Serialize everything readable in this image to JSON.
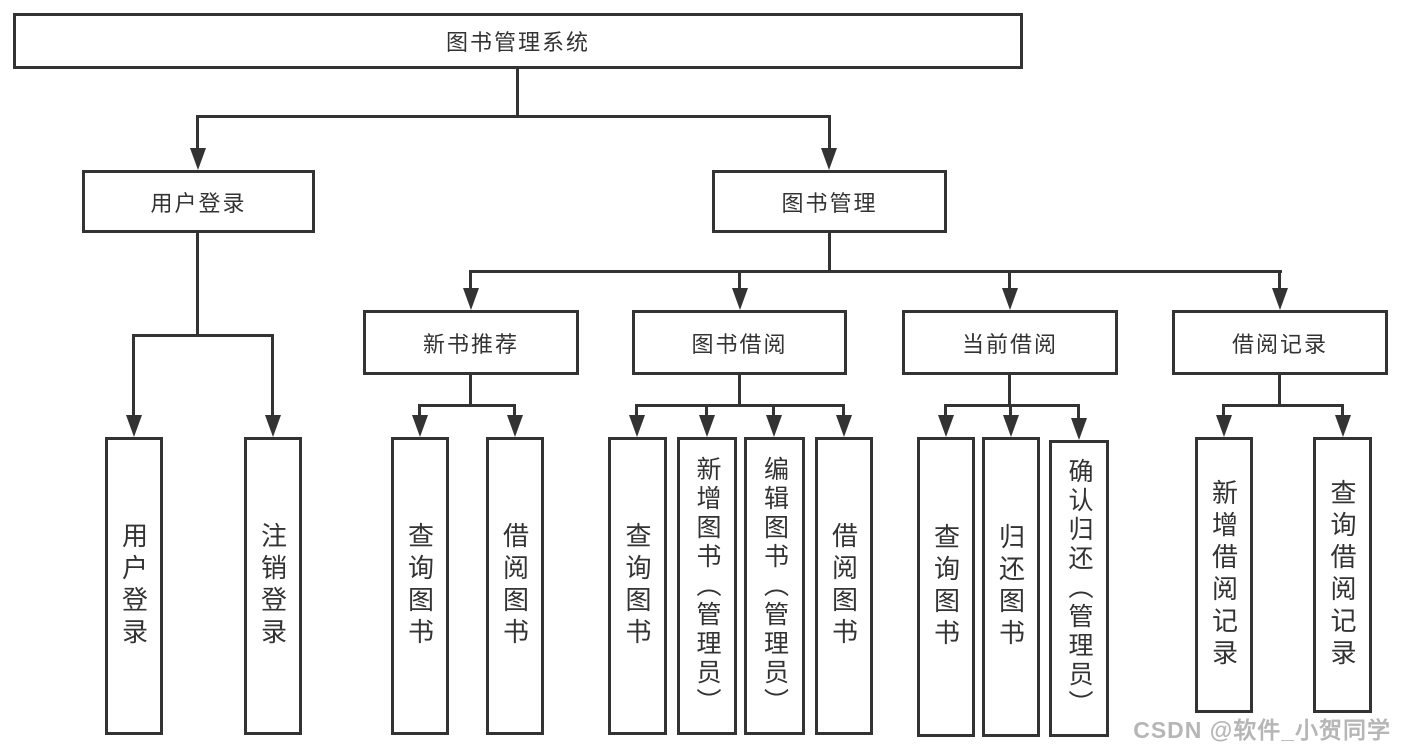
{
  "diagram": {
    "type": "hierarchy-tree",
    "colors": {
      "line": "#333333",
      "text": "#333333",
      "background": "#ffffff",
      "watermark": "#b6b6b6"
    },
    "root": {
      "label": "图书管理系统"
    },
    "branches": [
      {
        "label": "用户登录",
        "children": [
          {
            "label": "用户登录"
          },
          {
            "label": "注销登录"
          }
        ]
      },
      {
        "label": "图书管理",
        "children": [
          {
            "label": "新书推荐",
            "children": [
              {
                "label": "查询图书"
              },
              {
                "label": "借阅图书"
              }
            ]
          },
          {
            "label": "图书借阅",
            "children": [
              {
                "label": "查询图书"
              },
              {
                "label": "新增图书（管理员）"
              },
              {
                "label": "编辑图书（管理员）"
              },
              {
                "label": "借阅图书"
              }
            ]
          },
          {
            "label": "当前借阅",
            "children": [
              {
                "label": "查询图书"
              },
              {
                "label": "归还图书"
              },
              {
                "label": "确认归还（管理员）"
              }
            ]
          },
          {
            "label": "借阅记录",
            "children": [
              {
                "label": "新增借阅记录"
              },
              {
                "label": "查询借阅记录"
              }
            ]
          }
        ]
      }
    ],
    "watermark": "CSDN @软件_小贺同学"
  }
}
